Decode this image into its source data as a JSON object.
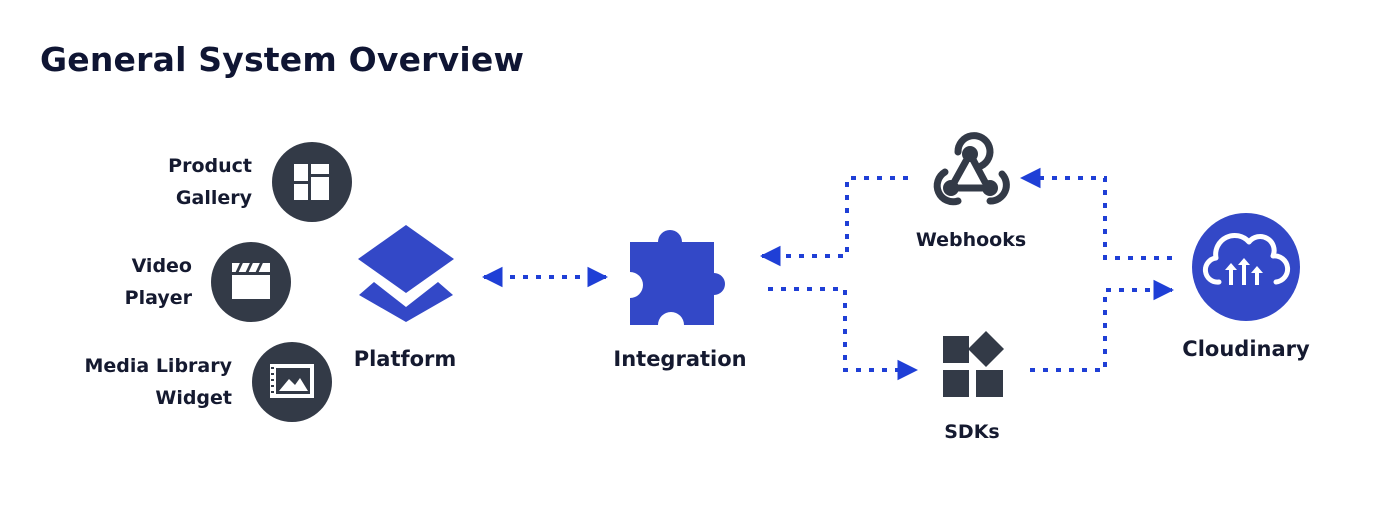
{
  "title": "General System Overview",
  "nodes": {
    "product_gallery": {
      "line1": "Product",
      "line2": "Gallery",
      "icon": "product-gallery-icon"
    },
    "video_player": {
      "line1": "Video",
      "line2": "Player",
      "icon": "video-player-icon"
    },
    "media_library_widget": {
      "line1": "Media Library",
      "line2": "Widget",
      "icon": "media-library-icon"
    },
    "platform": {
      "label": "Platform",
      "icon": "layers-icon"
    },
    "integration": {
      "label": "Integration",
      "icon": "puzzle-icon"
    },
    "webhooks": {
      "label": "Webhooks",
      "icon": "webhooks-icon"
    },
    "sdks": {
      "label": "SDKs",
      "icon": "sdks-icon"
    },
    "cloudinary": {
      "label": "Cloudinary",
      "icon": "cloudinary-cloud-icon"
    }
  },
  "colors": {
    "accent": "#3348c7",
    "arrow": "#1f3fd6",
    "dark_icon": "#333a47",
    "text": "#151a30"
  }
}
